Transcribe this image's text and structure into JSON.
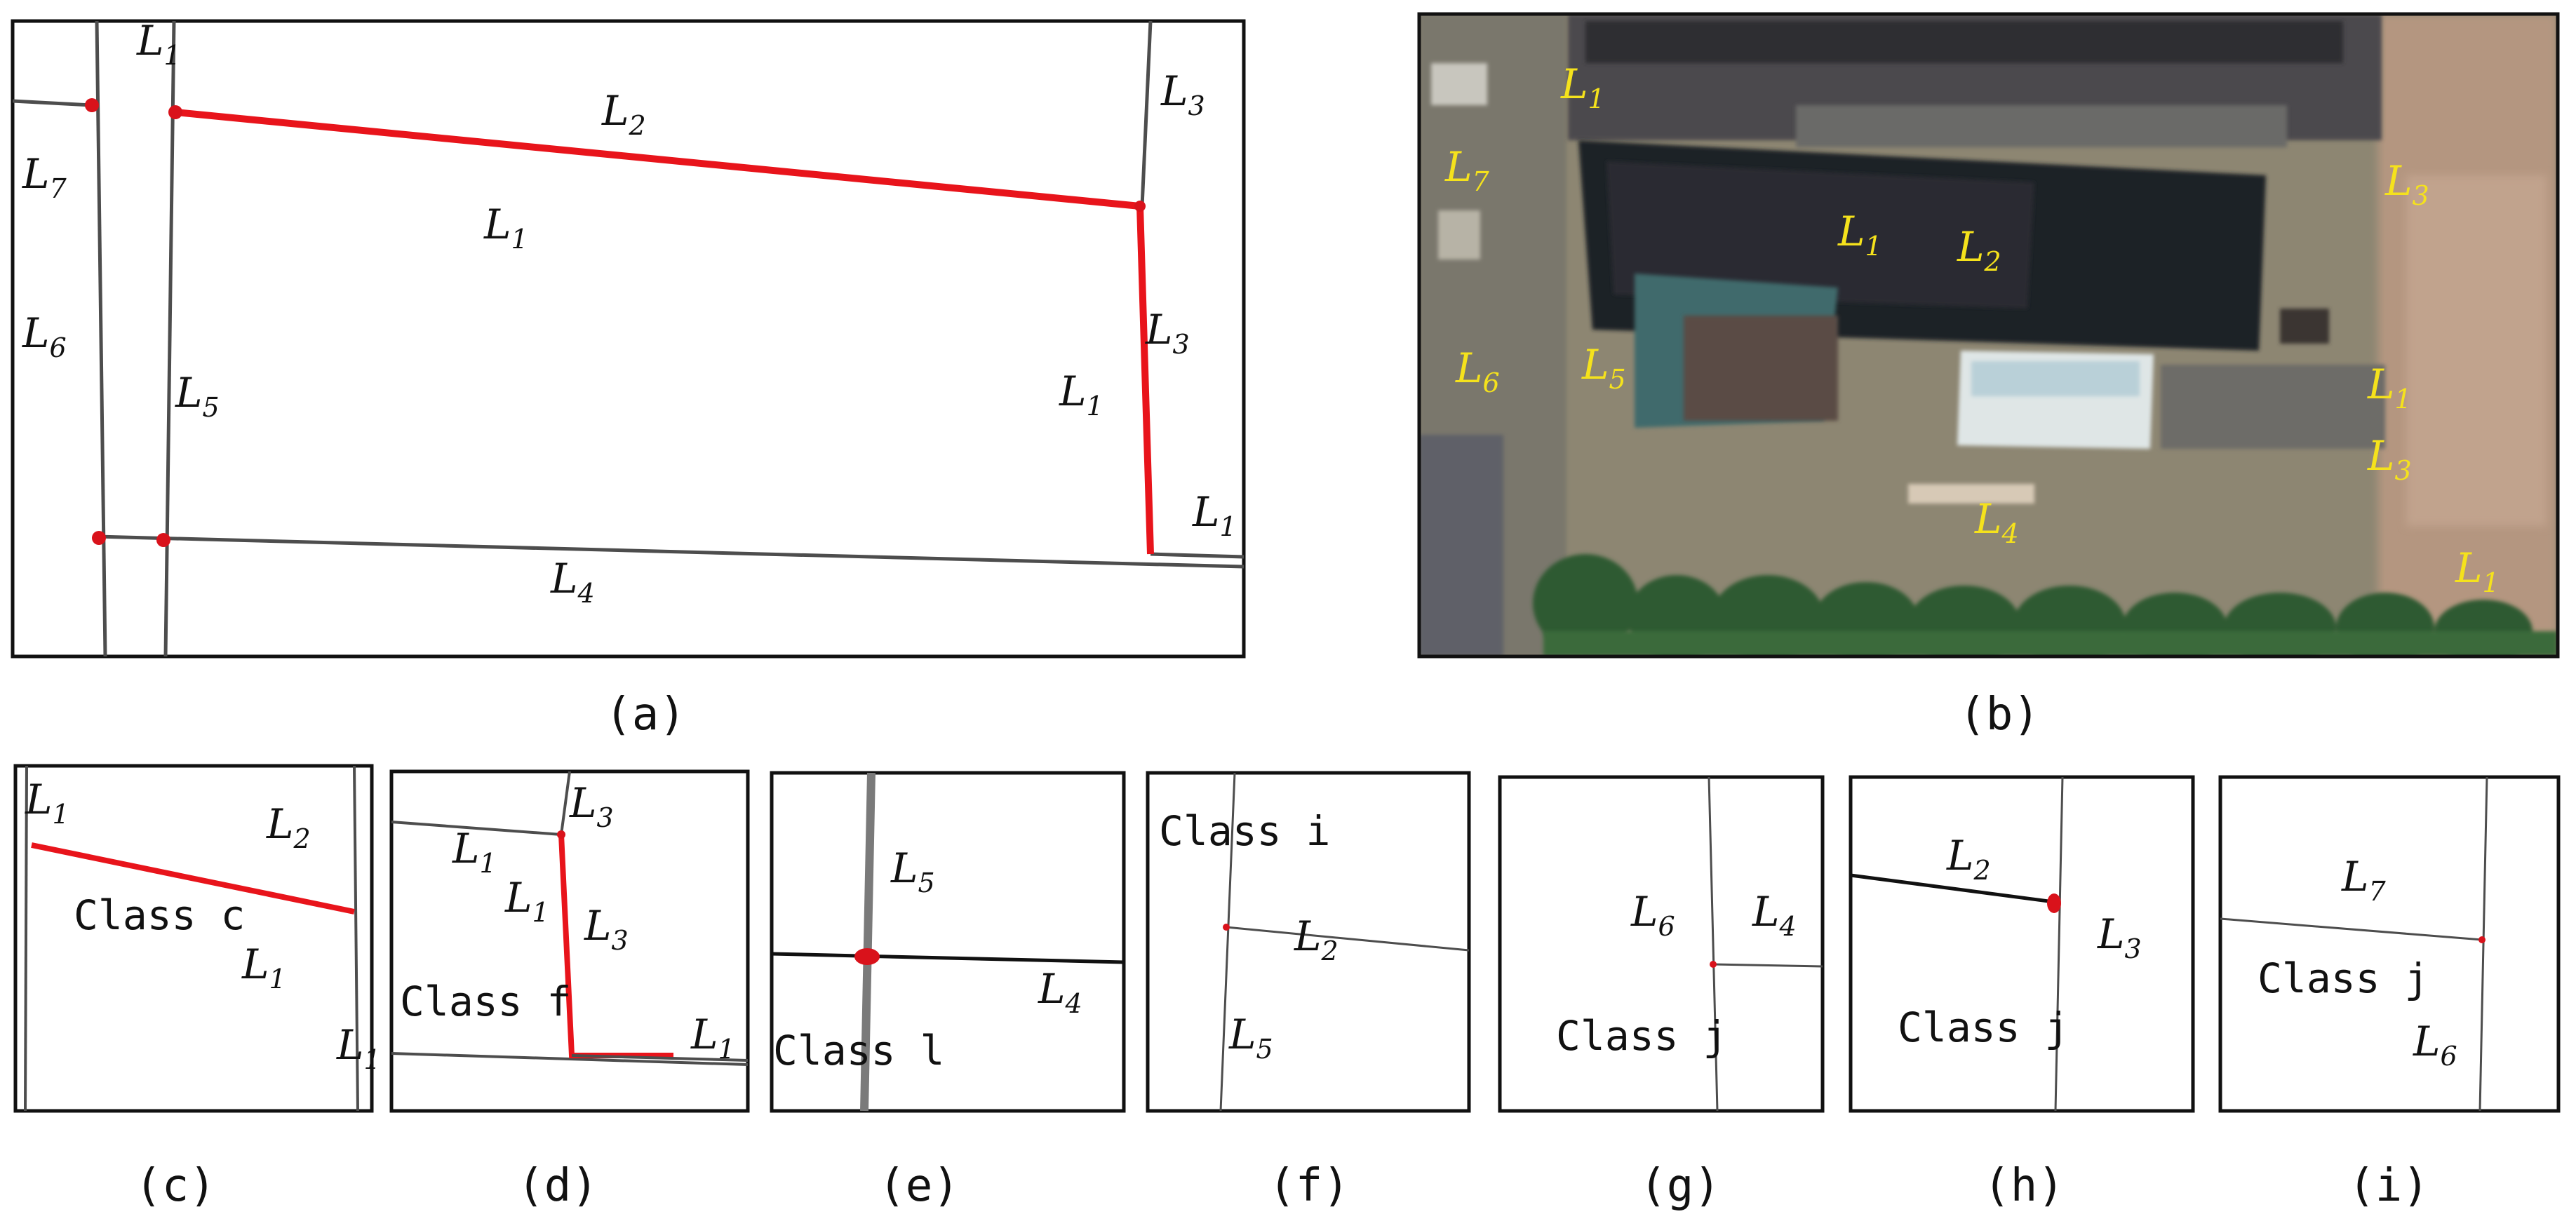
{
  "colors": {
    "boundary_highlight": "#e8141b",
    "road_line": "#4d4d4d",
    "node": "#d9121b",
    "photo_label": "#f5e21c",
    "frame": "#111111"
  },
  "panel_a": {
    "caption": "(a)",
    "labels": [
      {
        "base": "L",
        "sub": "1"
      },
      {
        "base": "L",
        "sub": "2"
      },
      {
        "base": "L",
        "sub": "3"
      },
      {
        "base": "L",
        "sub": "7"
      },
      {
        "base": "L",
        "sub": "1"
      },
      {
        "base": "L",
        "sub": "3"
      },
      {
        "base": "L",
        "sub": "6"
      },
      {
        "base": "L",
        "sub": "5"
      },
      {
        "base": "L",
        "sub": "1"
      },
      {
        "base": "L",
        "sub": "1"
      },
      {
        "base": "L",
        "sub": "4"
      }
    ]
  },
  "panel_b": {
    "caption": "(b)",
    "labels": [
      {
        "base": "L",
        "sub": "1"
      },
      {
        "base": "L",
        "sub": "7"
      },
      {
        "base": "L",
        "sub": "3"
      },
      {
        "base": "L",
        "sub": "1"
      },
      {
        "base": "L",
        "sub": "2"
      },
      {
        "base": "L",
        "sub": "6"
      },
      {
        "base": "L",
        "sub": "5"
      },
      {
        "base": "L",
        "sub": "1"
      },
      {
        "base": "L",
        "sub": "3"
      },
      {
        "base": "L",
        "sub": "4"
      },
      {
        "base": "L",
        "sub": "1"
      }
    ]
  },
  "panel_c": {
    "caption": "(c)",
    "class_label": "Class c",
    "labels": [
      {
        "base": "L",
        "sub": "1"
      },
      {
        "base": "L",
        "sub": "2"
      },
      {
        "base": "L",
        "sub": "1"
      },
      {
        "base": "L",
        "sub": "1"
      }
    ]
  },
  "panel_d": {
    "caption": "(d)",
    "class_label": "Class f",
    "labels": [
      {
        "base": "L",
        "sub": "1"
      },
      {
        "base": "L",
        "sub": "3"
      },
      {
        "base": "L",
        "sub": "1"
      },
      {
        "base": "L",
        "sub": "3"
      },
      {
        "base": "L",
        "sub": "1"
      }
    ]
  },
  "panel_e": {
    "caption": "(e)",
    "class_label": "Class l",
    "labels": [
      {
        "base": "L",
        "sub": "5"
      },
      {
        "base": "L",
        "sub": "4"
      }
    ]
  },
  "panel_f": {
    "caption": "(f)",
    "class_label": "Class i",
    "labels": [
      {
        "base": "L",
        "sub": "2"
      },
      {
        "base": "L",
        "sub": "5"
      }
    ]
  },
  "panel_g": {
    "caption": "(g)",
    "class_label": "Class j",
    "labels": [
      {
        "base": "L",
        "sub": "6"
      },
      {
        "base": "L",
        "sub": "4"
      }
    ]
  },
  "panel_h": {
    "caption": "(h)",
    "class_label": "Class j",
    "labels": [
      {
        "base": "L",
        "sub": "2"
      },
      {
        "base": "L",
        "sub": "3"
      }
    ]
  },
  "panel_i": {
    "caption": "(i)",
    "class_label": "Class j",
    "labels": [
      {
        "base": "L",
        "sub": "7"
      },
      {
        "base": "L",
        "sub": "6"
      }
    ]
  }
}
